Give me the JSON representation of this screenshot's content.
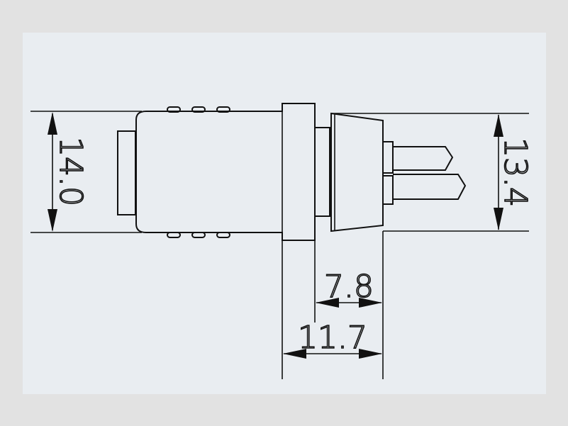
{
  "dimensions": {
    "height_left": "14.0",
    "height_right": "13.4",
    "inner_width": "7.8",
    "outer_width": "11.7"
  }
}
